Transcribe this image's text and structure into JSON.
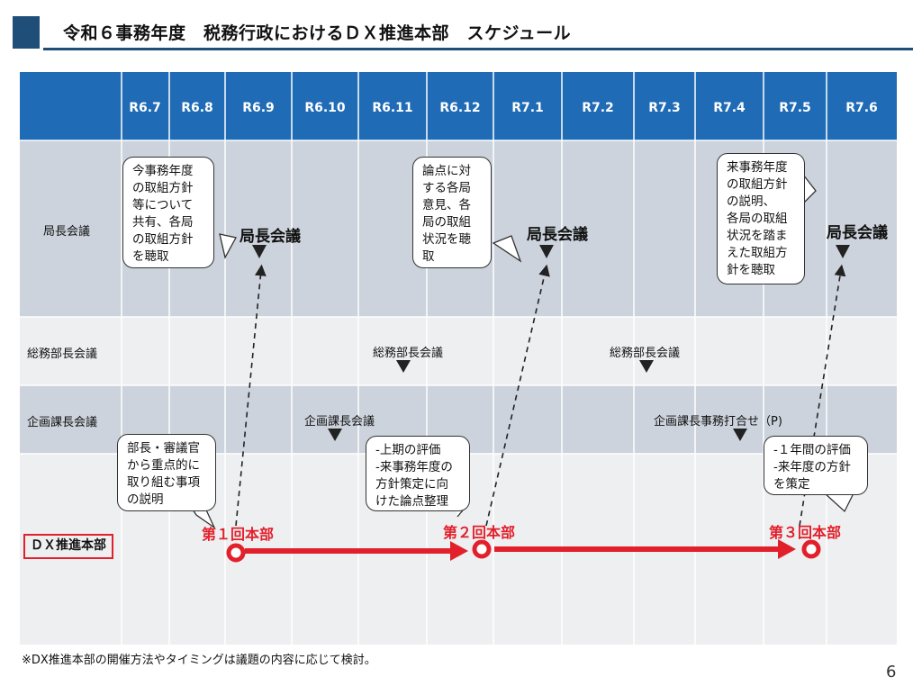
{
  "title": "令和６事務年度　税務行政におけるＤＸ推進本部　スケジュール",
  "months": [
    "R6.7",
    "R6.8",
    "R6.9",
    "R6.10",
    "R6.11",
    "R6.12",
    "R7.1",
    "R7.2",
    "R7.3",
    "R7.4",
    "R7.5",
    "R7.6"
  ],
  "rows": {
    "kyokucho": "局長会議",
    "somu": "総務部長会議",
    "kikaku": "企画課長会議",
    "dx": "ＤＸ推進本部"
  },
  "meetings": {
    "kyokucho_1": "局長会議",
    "kyokucho_2": "局長会議",
    "kyokucho_3": "局長会議",
    "somu_1": "総務部長会議",
    "somu_2": "総務部長会議",
    "kikaku_1": "企画課長会議",
    "kikaku_2": "企画課長事務打合せ（P)"
  },
  "bubbles": {
    "b1": [
      "今事務年度",
      "の取組方針",
      "等について",
      "共有、各局",
      "の取組方針",
      "を聴取"
    ],
    "b2": [
      "論点に対",
      "する各局",
      "意見、各",
      "局の取組",
      "状況を聴",
      "取"
    ],
    "b3": [
      "来事務年度",
      "の取組方針",
      "の説明、",
      "各局の取組",
      "状況を踏ま",
      "えた取組方",
      "針を聴取"
    ],
    "b4": [
      "部長・審議官",
      "から重点的に",
      "取り組む事項",
      "の説明"
    ],
    "b5": [
      "-上期の評価",
      "-来事務年度の",
      "方針策定に向",
      "けた論点整理"
    ],
    "b6": [
      "-１年間の評価",
      "-来年度の方針",
      "を策定"
    ]
  },
  "hq": {
    "first": "第１回本部",
    "second": "第２回本部",
    "third": "第３回本部"
  },
  "colors": {
    "header_blue": "#1f6bb5",
    "row_gray": "#ccd3dc",
    "row_light": "#eeeff1",
    "accent_red": "#e2202b",
    "title_navy": "#1f4e79"
  },
  "footnote": "※DX推進本部の開催方法やタイミングは議題の内容に応じて検討。",
  "page_number": "6"
}
